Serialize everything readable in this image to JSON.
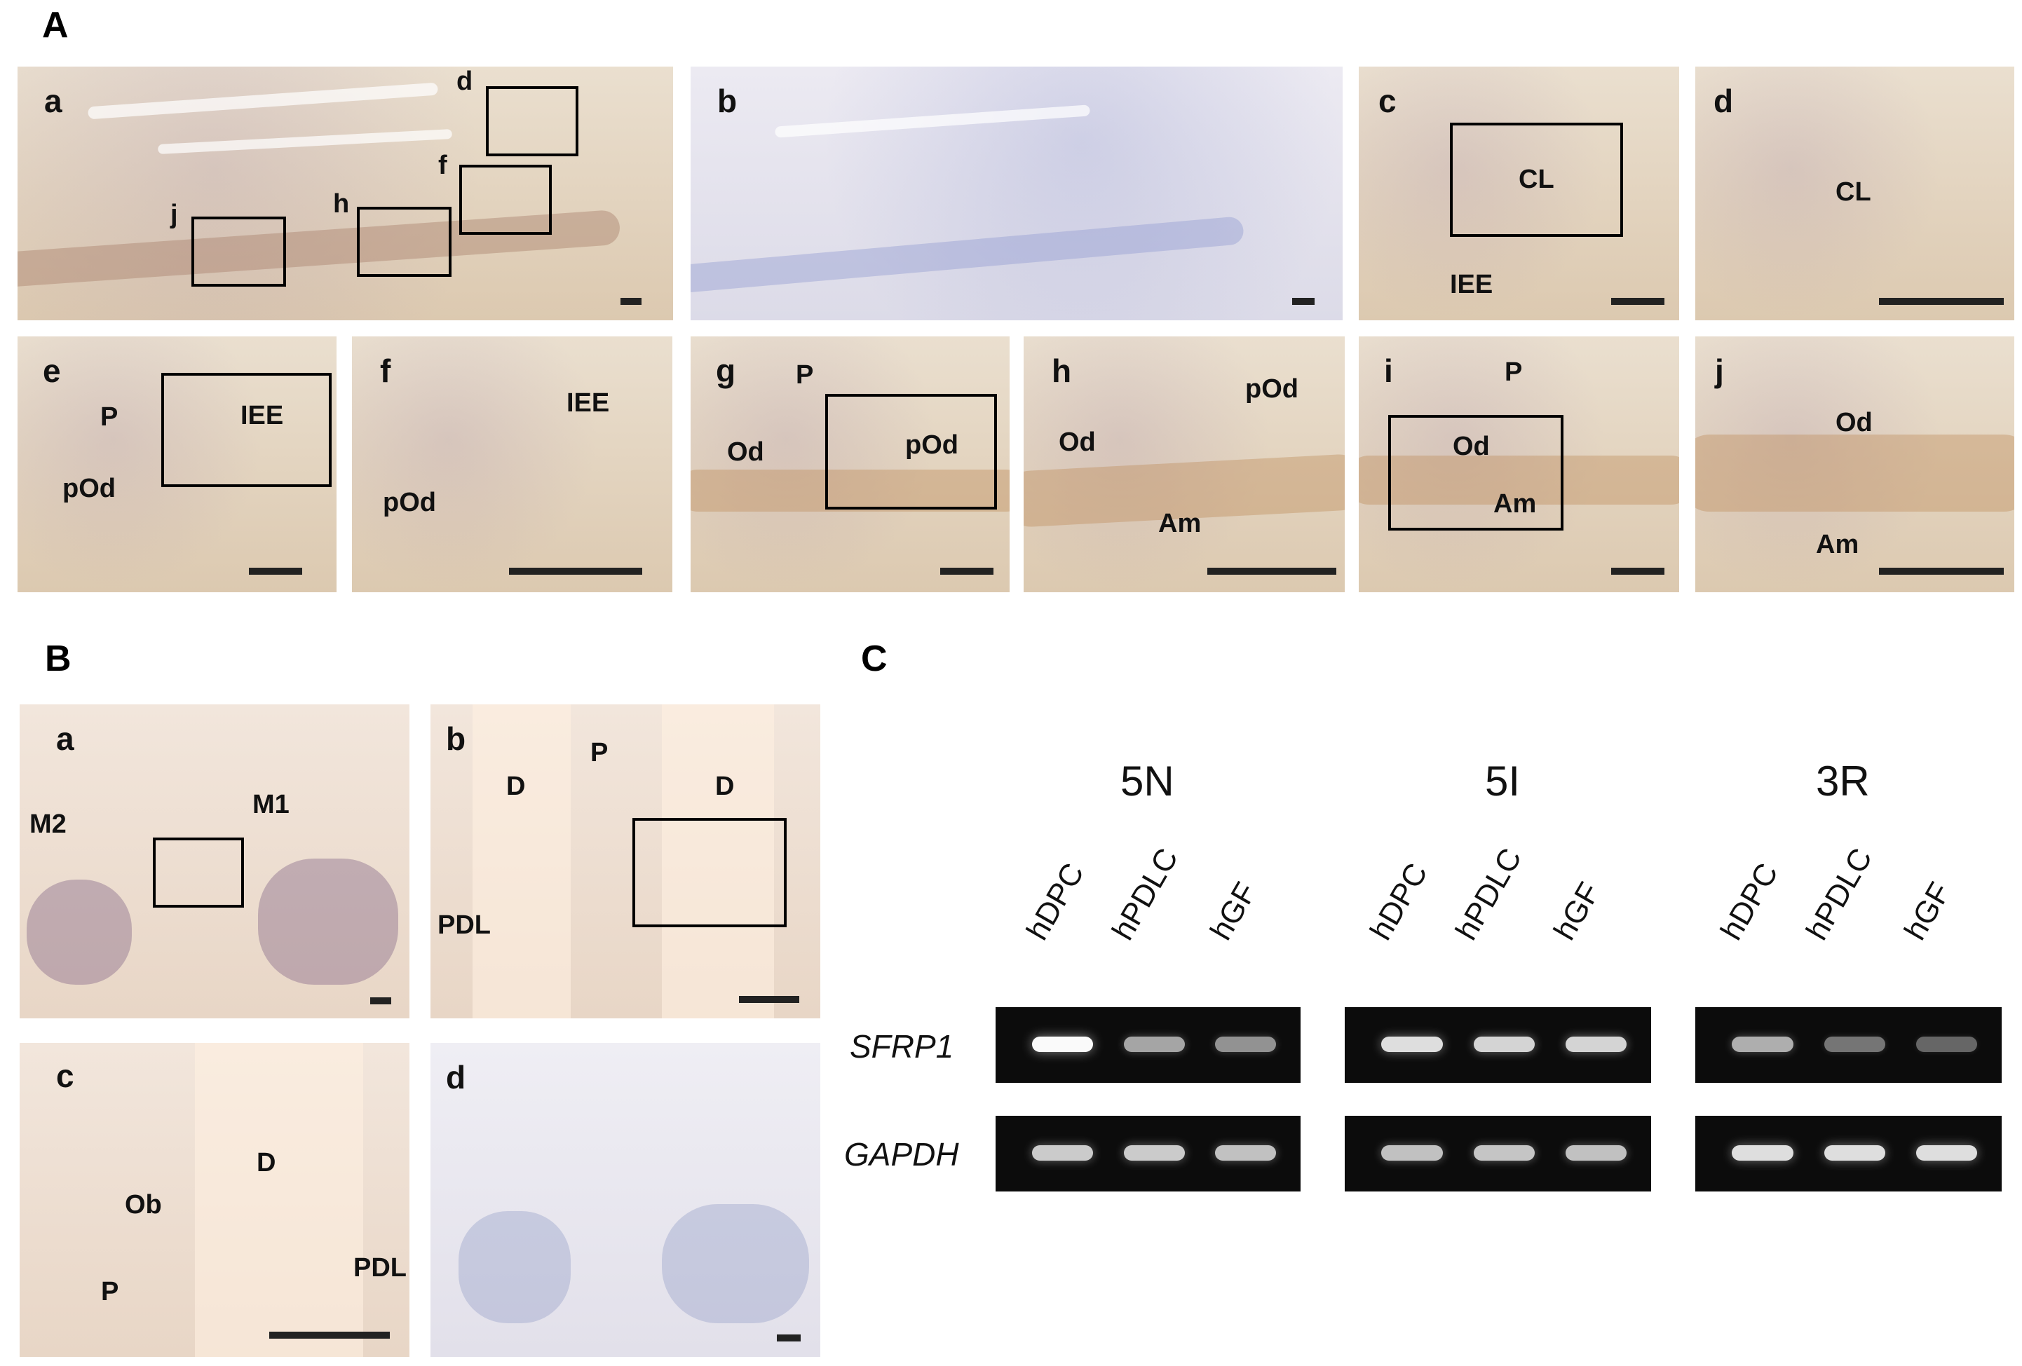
{
  "sections": {
    "A": "A",
    "B": "B",
    "C": "C"
  },
  "A": {
    "a": {
      "letter": "a",
      "boxes": [
        "d",
        "f",
        "h",
        "j"
      ]
    },
    "b": {
      "letter": "b"
    },
    "c": {
      "letter": "c",
      "labels": [
        "CL",
        "IEE"
      ]
    },
    "d": {
      "letter": "d",
      "labels": [
        "CL"
      ]
    },
    "e": {
      "letter": "e",
      "labels": [
        "P",
        "IEE",
        "pOd"
      ]
    },
    "f": {
      "letter": "f",
      "labels": [
        "IEE",
        "pOd"
      ]
    },
    "g": {
      "letter": "g",
      "labels": [
        "P",
        "Od",
        "pOd"
      ]
    },
    "h": {
      "letter": "h",
      "labels": [
        "pOd",
        "Od",
        "Am"
      ]
    },
    "i": {
      "letter": "i",
      "labels": [
        "P",
        "Od",
        "Am"
      ]
    },
    "j": {
      "letter": "j",
      "labels": [
        "Od",
        "Am"
      ]
    }
  },
  "B": {
    "a": {
      "letter": "a",
      "labels": [
        "M2",
        "M1"
      ]
    },
    "b": {
      "letter": "b",
      "labels": [
        "D",
        "P",
        "D",
        "PDL"
      ]
    },
    "c": {
      "letter": "c",
      "labels": [
        "D",
        "Ob",
        "P",
        "PDL"
      ]
    },
    "d": {
      "letter": "d"
    }
  },
  "C": {
    "conditions": [
      "5N",
      "5I",
      "3R"
    ],
    "lanes": [
      "hDPC",
      "hPDLC",
      "hGF"
    ],
    "genes": [
      "SFRP1",
      "GAPDH"
    ],
    "band_intensity": {
      "5N": {
        "SFRP1": [
          1.0,
          0.55,
          0.45
        ],
        "GAPDH": [
          0.75,
          0.75,
          0.7
        ]
      },
      "5I": {
        "SFRP1": [
          0.85,
          0.8,
          0.8
        ],
        "GAPDH": [
          0.7,
          0.72,
          0.7
        ]
      },
      "3R": {
        "SFRP1": [
          0.6,
          0.3,
          0.22
        ],
        "GAPDH": [
          0.85,
          0.85,
          0.85
        ]
      }
    }
  }
}
